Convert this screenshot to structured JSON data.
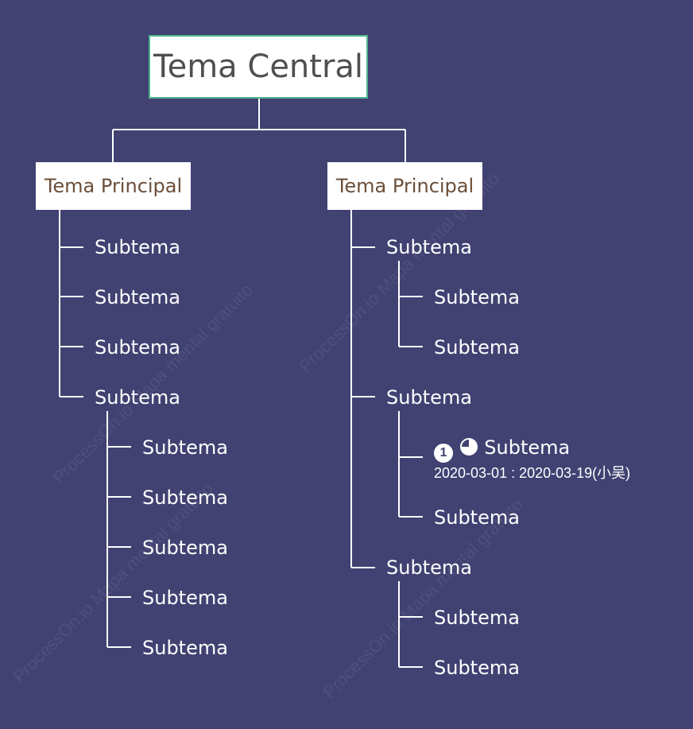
{
  "central": {
    "label": "Tema Central",
    "border_color": "#4fb58f"
  },
  "left_branch": {
    "label": "Tema Principal",
    "children": [
      "Subtema",
      "Subtema",
      "Subtema",
      "Subtema"
    ],
    "grandchildren": [
      "Subtema",
      "Subtema",
      "Subtema",
      "Subtema",
      "Subtema"
    ]
  },
  "right_branch": {
    "label": "Tema Principal",
    "children": [
      {
        "label": "Subtema",
        "children": [
          "Subtema",
          "Subtema"
        ]
      },
      {
        "label": "Subtema",
        "children": [
          {
            "label": "Subtema",
            "priority": "1",
            "progress": 0.75,
            "task_dates": "2020-03-01 : 2020-03-19(小吴)",
            "icons": [
              "priority-1-icon",
              "progress-pie-icon"
            ]
          },
          "Subtema"
        ]
      },
      {
        "label": "Subtema",
        "children": [
          "Subtema",
          "Subtema"
        ]
      }
    ]
  },
  "watermark": "ProcessOn.io Mapa mental gratuito",
  "colors": {
    "background": "#414272",
    "line": "#ffffff",
    "main_topic_text": "#6b4f3a"
  }
}
